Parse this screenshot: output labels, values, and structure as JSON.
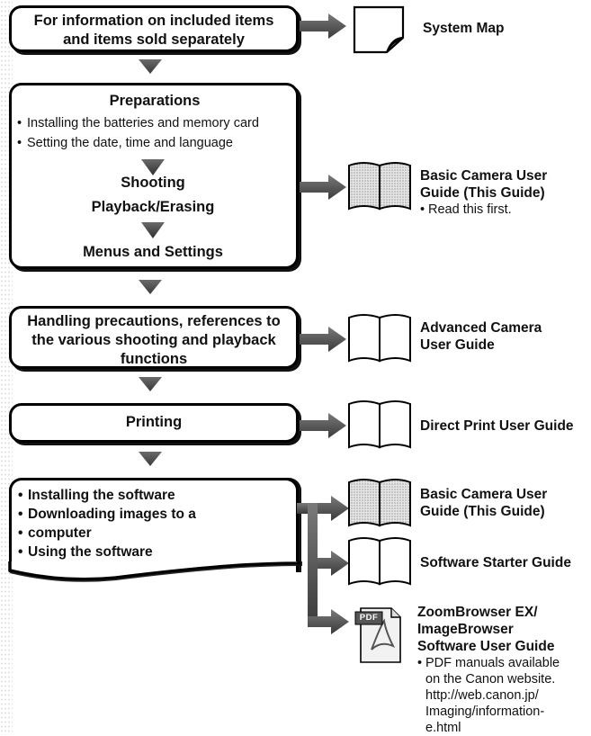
{
  "flow": {
    "box_items_info": {
      "line1": "For information on included items",
      "line2": "and items sold separately"
    },
    "box_main": {
      "title": "Preparations",
      "bullets": [
        "Installing the batteries and memory card",
        "Setting the date, time and language"
      ],
      "shooting": "Shooting",
      "playback": "Playback/Erasing",
      "menus": "Menus and Settings"
    },
    "box_handling": {
      "line1": "Handling precautions, references to",
      "line2": "the various shooting and playback",
      "line3": "functions"
    },
    "box_printing": {
      "title": "Printing"
    },
    "box_software": {
      "bullets": [
        "Installing the software",
        "Downloading images to a",
        "computer",
        "Using the software"
      ]
    }
  },
  "references": {
    "system_map": {
      "title": "System Map"
    },
    "basic_guide_1": {
      "line1": "Basic Camera User",
      "line2": "Guide (This Guide)",
      "note": "Read this first."
    },
    "advanced_guide": {
      "line1": "Advanced Camera",
      "line2": "User Guide"
    },
    "direct_print": {
      "title": "Direct Print User Guide"
    },
    "basic_guide_2": {
      "line1": "Basic Camera User",
      "line2": "Guide (This Guide)"
    },
    "software_starter": {
      "title": "Software Starter Guide"
    },
    "zoombrowser": {
      "line1": "ZoomBrowser EX/",
      "line2": "ImageBrowser",
      "line3": "Software User Guide",
      "note_lines": [
        "PDF manuals available",
        "on the Canon website.",
        "http://web.canon.jp/",
        "Imaging/information-",
        "e.html"
      ],
      "pdf_label": "PDF"
    }
  },
  "icons": {
    "down": "down-arrow-icon",
    "right": "right-arrow-icon",
    "page": "page-icon",
    "book": "book-icon",
    "pdf": "pdf-file-icon"
  },
  "colors": {
    "arrow": "#555555",
    "border": "#000000",
    "book_fill": "#d8d8d8"
  }
}
